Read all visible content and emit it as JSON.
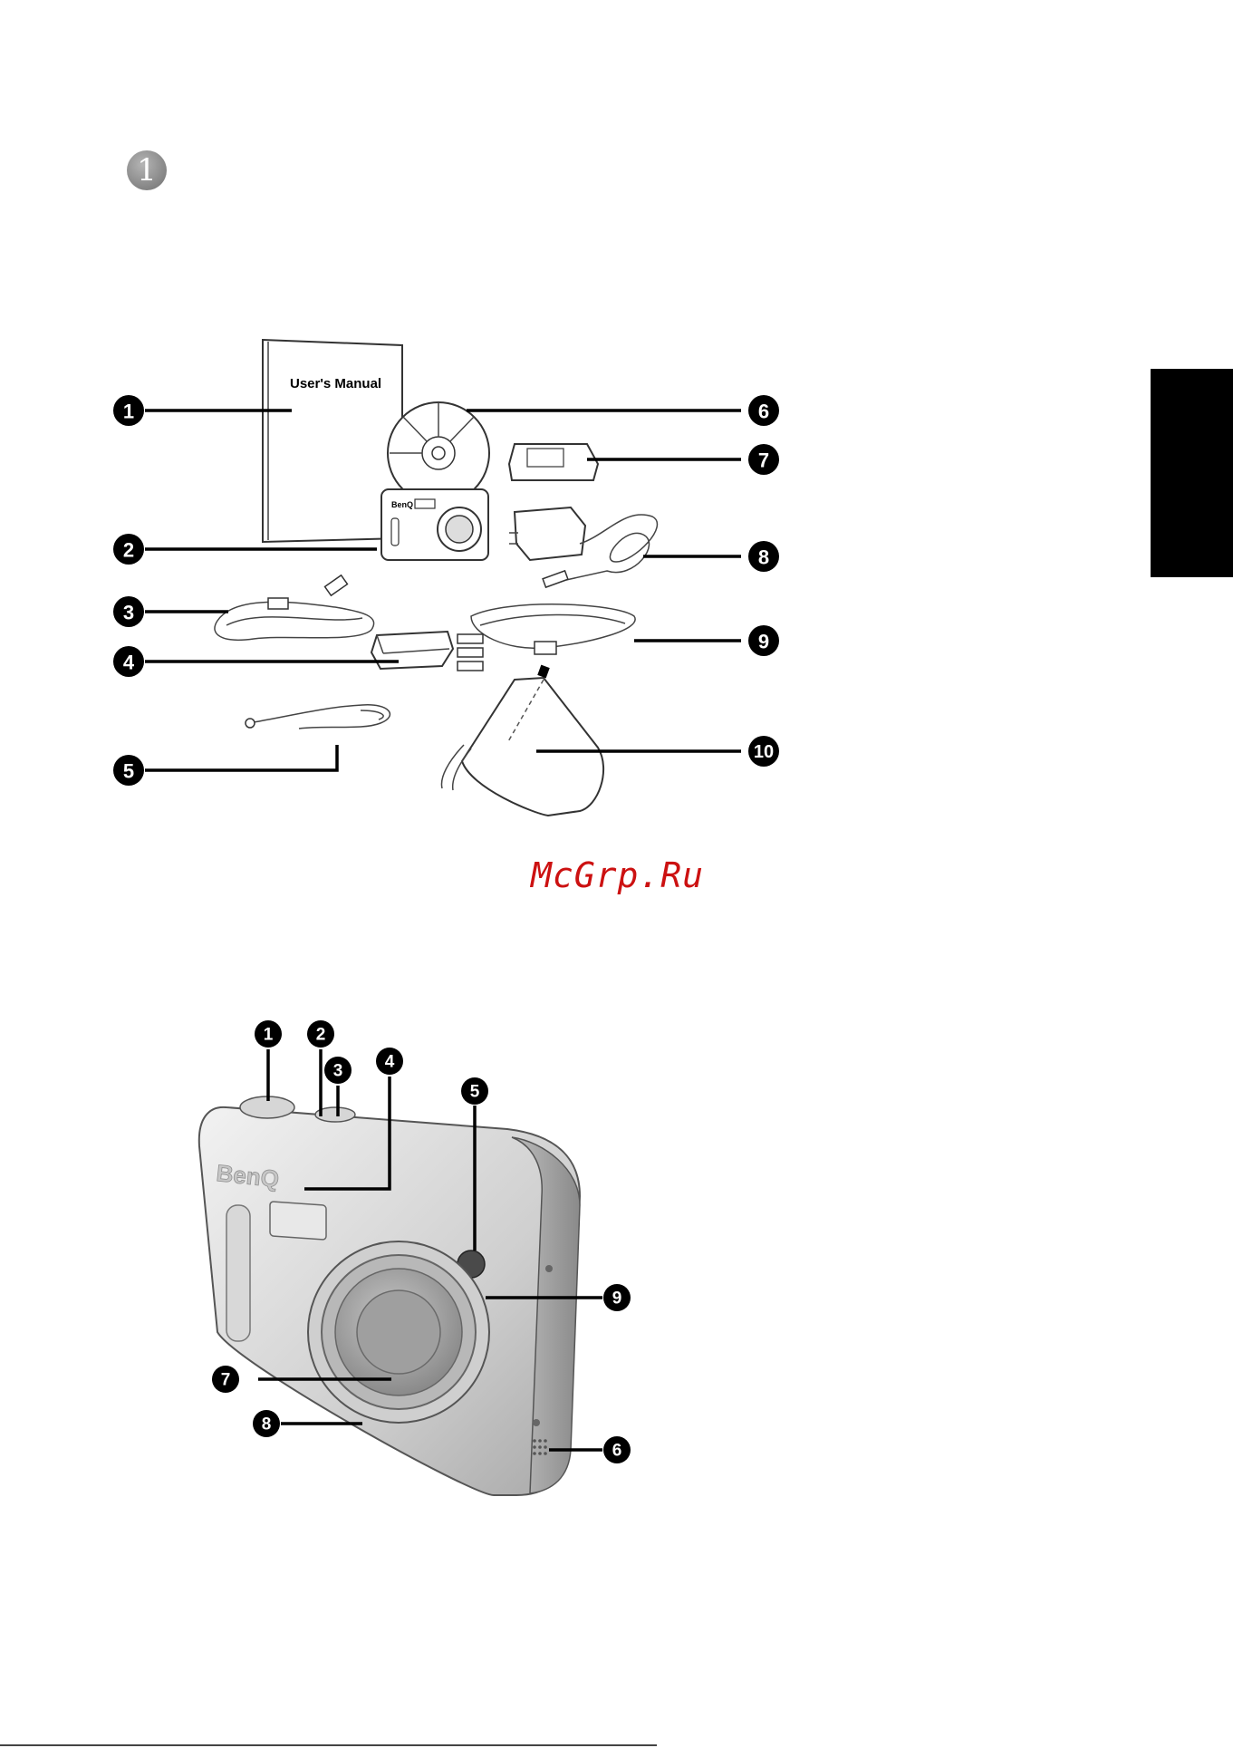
{
  "chapter": {
    "number": "1"
  },
  "package_contents": {
    "manual_title": "User's Manual",
    "camera_brand": "BenQ",
    "callouts": [
      "1",
      "2",
      "3",
      "4",
      "5",
      "6",
      "7",
      "8",
      "9",
      "10"
    ]
  },
  "camera_parts": {
    "brand": "BenQ",
    "callouts": [
      "1",
      "2",
      "3",
      "4",
      "5",
      "6",
      "7",
      "8",
      "9"
    ]
  },
  "watermark": "McGrp.Ru"
}
